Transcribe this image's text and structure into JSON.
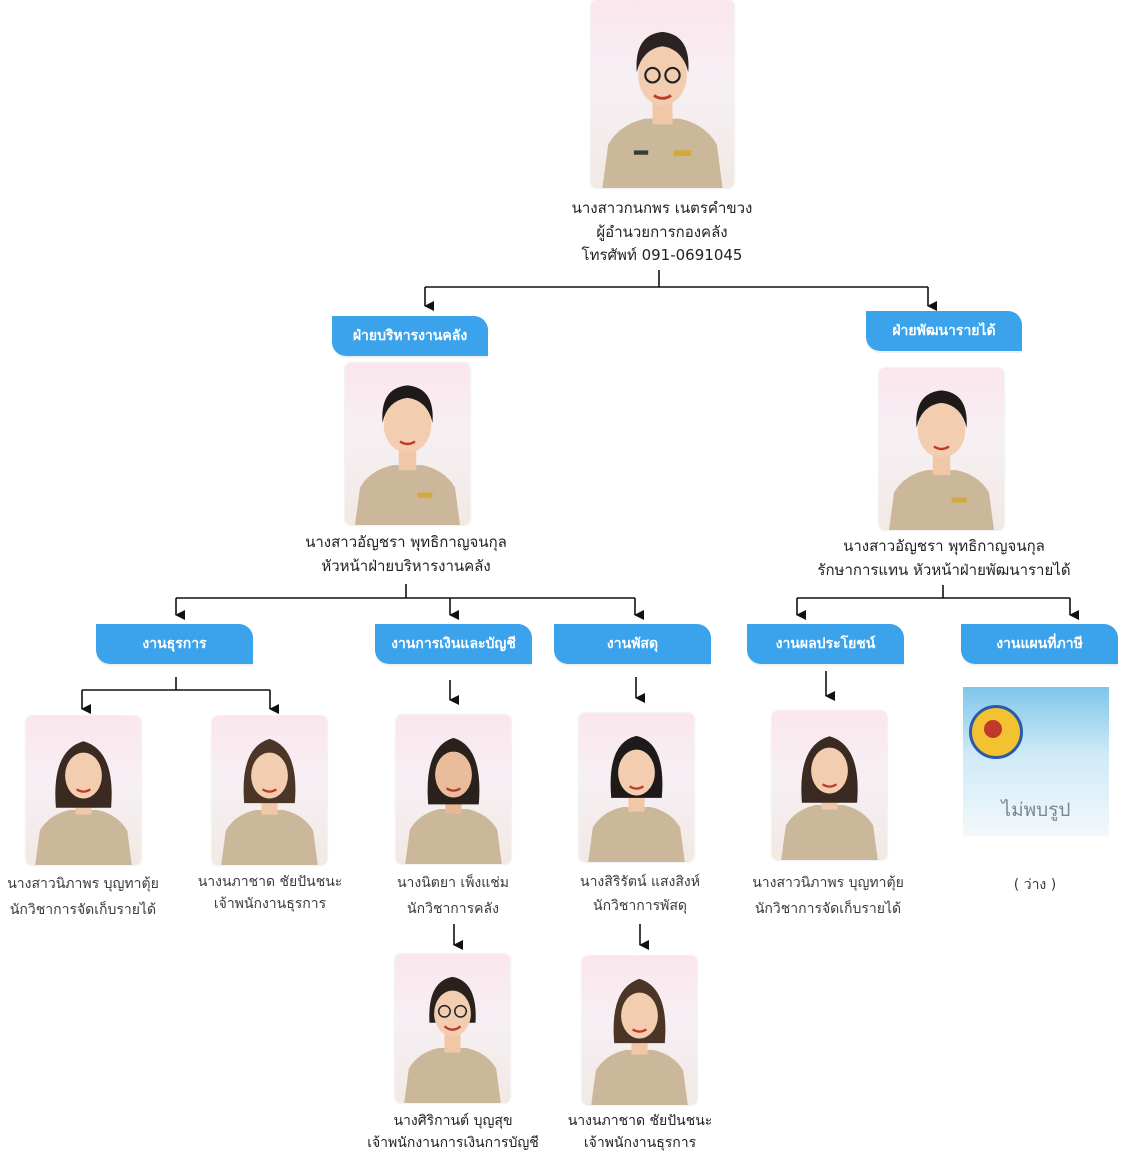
{
  "director": {
    "name": "นางสาวกนกพร เนตรคำขวง",
    "position": "ผู้อำนวยการกองคลัง",
    "phone": "โทรศัพท์ 091-0691045"
  },
  "divisions": [
    {
      "label": "ฝ่ายบริหารงานคลัง",
      "head_name": "นางสาวอัญชรา  พุทธิกาญจนกุล",
      "head_position": "หัวหน้าฝ่ายบริหารงานคลัง"
    },
    {
      "label": "ฝ่ายพัฒนารายได้",
      "head_name": "นางสาวอัญชรา พุทธิกาญจนกุล",
      "head_position": "รักษาการแทน หัวหน้าฝ่ายพัฒนารายได้"
    }
  ],
  "sections": [
    {
      "label": "งานธุรการ"
    },
    {
      "label": "งานการเงินและบัญชี"
    },
    {
      "label": "งานพัสดุ"
    },
    {
      "label": "งานผลประโยชน์"
    },
    {
      "label": "งานแผนที่ภาษี"
    }
  ],
  "staff": [
    {
      "name": "นางสาวนิภาพร บุญทาตุ้ย",
      "position": "นักวิชาการจัดเก็บรายได้"
    },
    {
      "name": "นางนภาชาด ชัยปันชนะ",
      "position": "เจ้าพนักงานธุรการ"
    },
    {
      "name": "นางนิตยา เพ็งแช่ม",
      "position": "นักวิชาการคลัง"
    },
    {
      "name": "นางศิริกานต์  บุญสุข",
      "position": "เจ้าพนักงานการเงินการบัญชี"
    },
    {
      "name": "นางสิริรัตน์  แสงสิงห์",
      "position": "นักวิชาการพัสดุ"
    },
    {
      "name": "นางนภาชาด ชัยปันชนะ",
      "position": "เจ้าพนักงานธุรการ"
    },
    {
      "name": "นางสาวนิภาพร บุญทาตุ้ย",
      "position": "นักวิชาการจัดเก็บรายได้"
    }
  ],
  "vacant": {
    "image_text": "ไม่พบรูป",
    "label": "( ว่าง )"
  },
  "colors": {
    "tab": "#3ba3ec",
    "line": "#111111",
    "uniform": "#cbb89a"
  }
}
